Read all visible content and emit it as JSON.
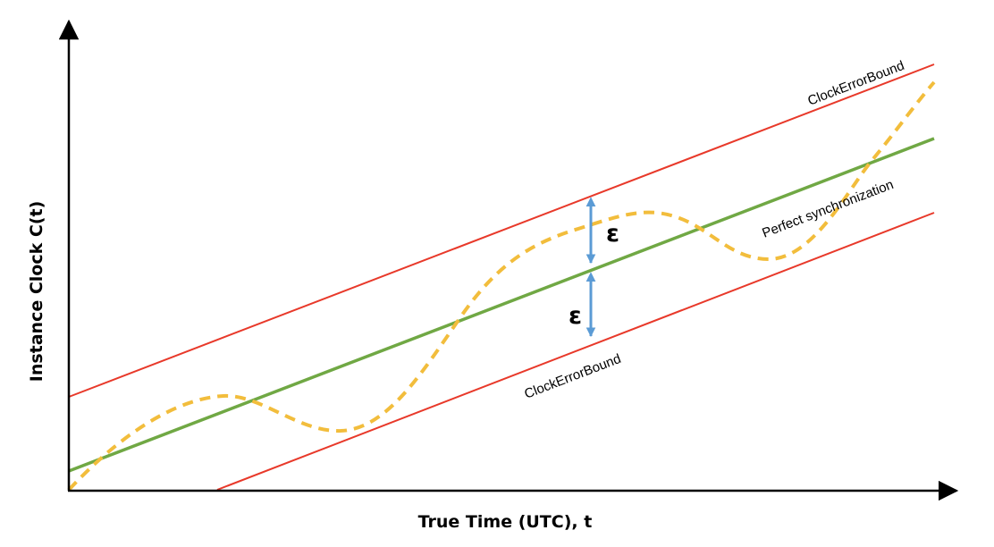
{
  "diagram": {
    "x_axis_label": "True Time (UTC), t",
    "y_axis_label": "Instance Clock C(t)",
    "upper_bound_label": "ClockErrorBound",
    "lower_bound_label": "ClockErrorBound",
    "perfect_sync_label": "Perfect synchronization",
    "epsilon_upper": "ε",
    "epsilon_lower": "ε"
  },
  "colors": {
    "bound_lines": "#e8392a",
    "perfect_sync_line": "#70a844",
    "clock_curve": "#f2bd3c",
    "epsilon_arrows": "#5b9bd5",
    "axes": "#000000"
  }
}
